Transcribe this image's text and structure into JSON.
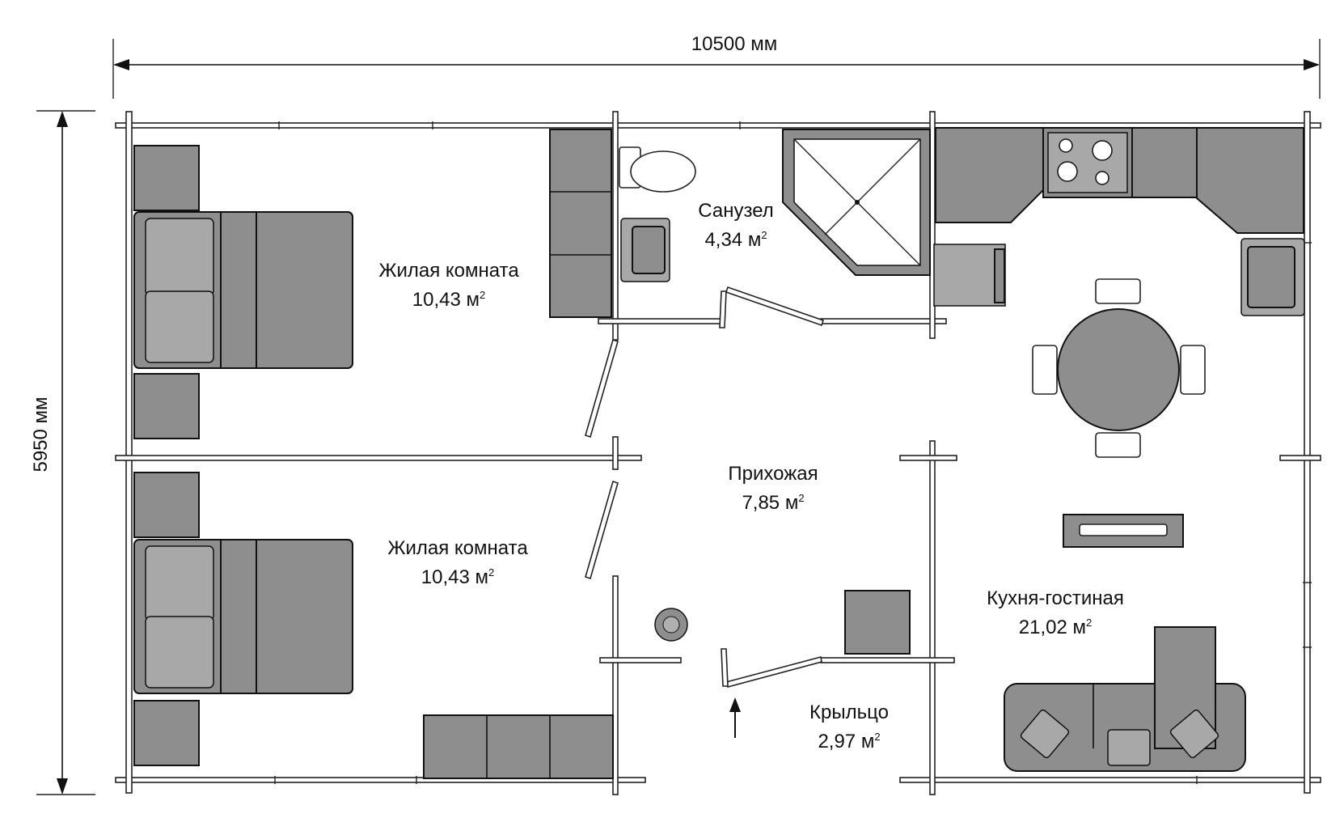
{
  "dimensions": {
    "width_label": "10500  мм",
    "height_label": "5950 мм"
  },
  "rooms": [
    {
      "name": "Жилая комната",
      "area": "10,43 м",
      "sup": "2"
    },
    {
      "name": "Санузел",
      "area": "4,34 м",
      "sup": "2"
    },
    {
      "name": "Прихожая",
      "area": "7,85 м",
      "sup": "2"
    },
    {
      "name": "Жилая комната",
      "area": "10,43 м",
      "sup": "2"
    },
    {
      "name": "Кухня-гостиная",
      "area": "21,02 м",
      "sup": "2"
    },
    {
      "name": "Крыльцо",
      "area": "2,97 м",
      "sup": "2"
    }
  ],
  "colors": {
    "furniture": "#8e8e8e",
    "furniture_light": "#a8a8a8",
    "line": "#111111",
    "background": "#ffffff"
  }
}
